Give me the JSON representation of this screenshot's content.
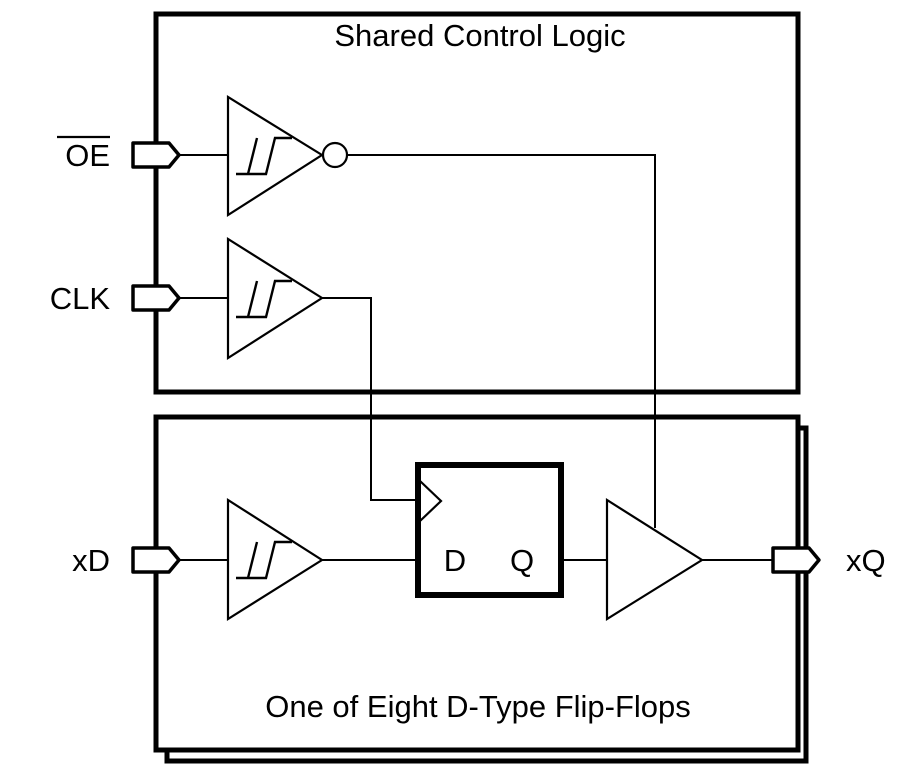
{
  "diagram": {
    "type": "logic-block-diagram",
    "blocks": {
      "shared_control": {
        "title": "Shared Control Logic"
      },
      "flip_flop_channel": {
        "title": "One of Eight D-Type Flip-Flops",
        "stacked_copies_indicated": true
      }
    },
    "pins": {
      "oe": {
        "label": "OE",
        "active_low": true,
        "direction": "input"
      },
      "clk": {
        "label": "CLK",
        "direction": "input"
      },
      "xd": {
        "label": "xD",
        "direction": "input"
      },
      "xq": {
        "label": "xQ",
        "direction": "output"
      }
    },
    "components": {
      "oe_buffer": {
        "kind": "schmitt-trigger inverting buffer"
      },
      "clk_buffer": {
        "kind": "schmitt-trigger buffer"
      },
      "d_buffer": {
        "kind": "schmitt-trigger buffer"
      },
      "flip_flop": {
        "kind": "D flip-flop",
        "d_label": "D",
        "q_label": "Q"
      },
      "output_buffer": {
        "kind": "tri-state buffer"
      }
    },
    "connections": [
      {
        "from": "OE",
        "to": "oe_buffer"
      },
      {
        "from": "oe_buffer",
        "to": "output_buffer.enable"
      },
      {
        "from": "CLK",
        "to": "clk_buffer"
      },
      {
        "from": "clk_buffer",
        "to": "flip_flop.clock"
      },
      {
        "from": "xD",
        "to": "d_buffer"
      },
      {
        "from": "d_buffer",
        "to": "flip_flop.D"
      },
      {
        "from": "flip_flop.Q",
        "to": "output_buffer"
      },
      {
        "from": "output_buffer",
        "to": "xQ"
      }
    ]
  }
}
